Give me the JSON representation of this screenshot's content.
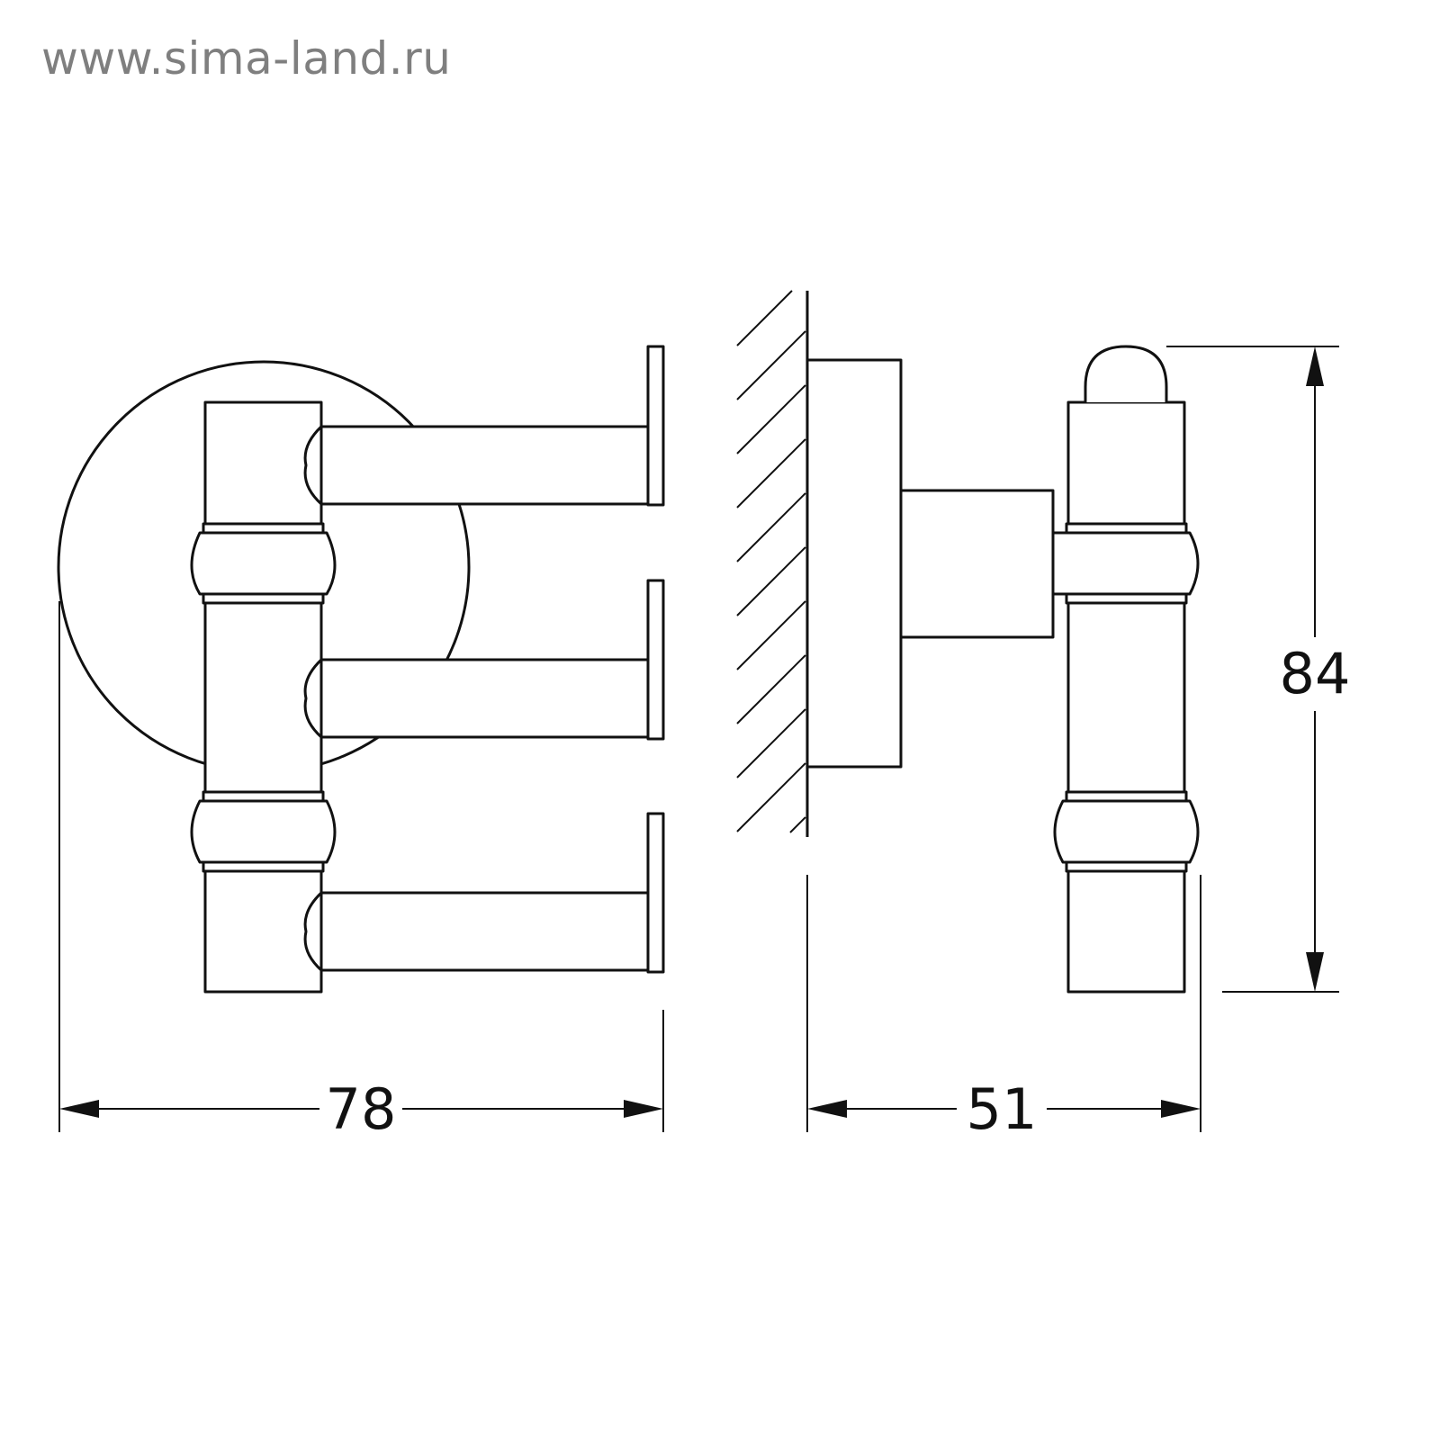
{
  "watermark": "www.sima-land.ru",
  "dimensions": {
    "width": "78",
    "depth": "51",
    "height": "84"
  }
}
